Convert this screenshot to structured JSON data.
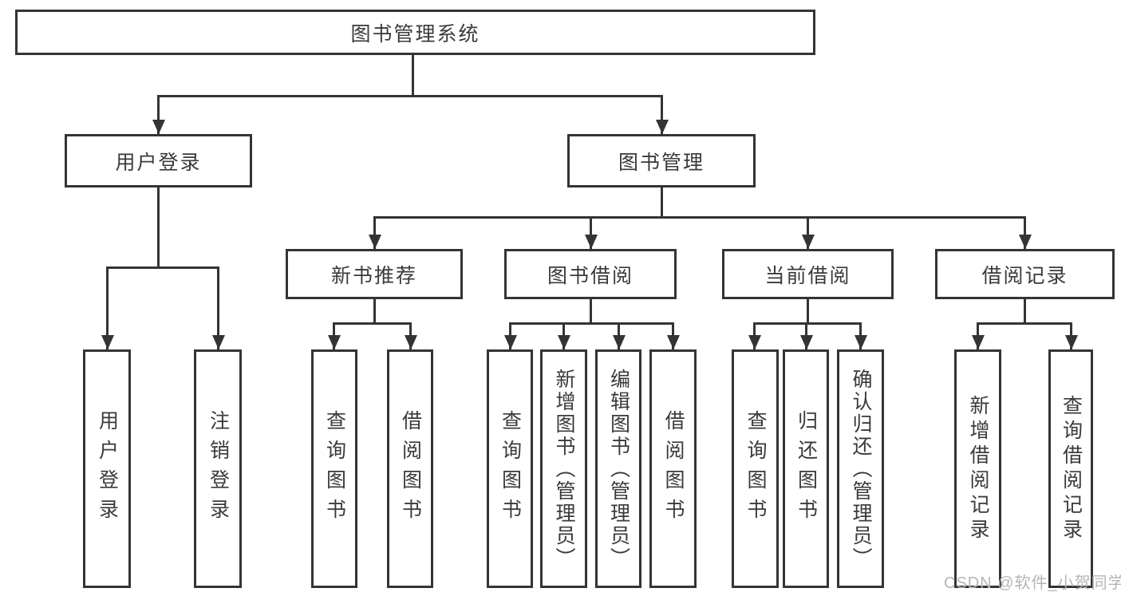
{
  "diagram": {
    "root": {
      "label": "图书管理系统"
    },
    "login": {
      "label": "用户登录",
      "children": [
        {
          "label": "用户登录"
        },
        {
          "label": "注销登录"
        }
      ]
    },
    "management": {
      "label": "图书管理",
      "sections": [
        {
          "label": "新书推荐",
          "children": [
            {
              "label": "查询图书"
            },
            {
              "label": "借阅图书"
            }
          ]
        },
        {
          "label": "图书借阅",
          "children": [
            {
              "label": "查询图书"
            },
            {
              "label": "新增图书（管理员）"
            },
            {
              "label": "编辑图书（管理员）"
            },
            {
              "label": "借阅图书"
            }
          ]
        },
        {
          "label": "当前借阅",
          "children": [
            {
              "label": "查询图书"
            },
            {
              "label": "归还图书"
            },
            {
              "label": "确认归还（管理员）"
            }
          ]
        },
        {
          "label": "借阅记录",
          "children": [
            {
              "label": "新增借阅记录"
            },
            {
              "label": "查询借阅记录"
            }
          ]
        }
      ]
    }
  },
  "watermark": {
    "text": "CSDN @软件_小贺同学"
  },
  "colors": {
    "line": "#343434",
    "text": "#3a3a3a",
    "background": "#ffffff",
    "watermark": "#b5b5b5"
  }
}
